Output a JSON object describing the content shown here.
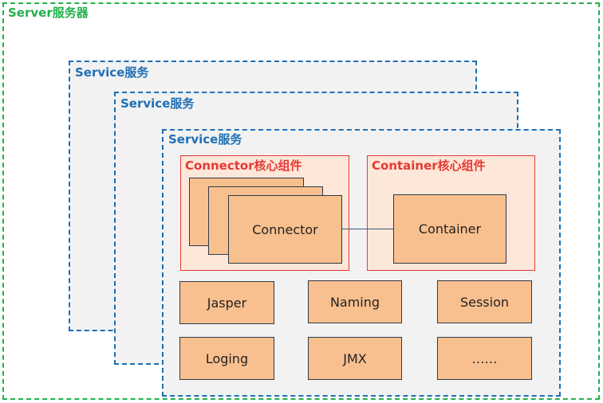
{
  "server": {
    "title": "Server服务器"
  },
  "services": [
    {
      "title": "Service服务"
    },
    {
      "title": "Service服务"
    },
    {
      "title": "Service服务"
    }
  ],
  "connector_group": {
    "title": "Connector核心组件",
    "box_label": "Connector"
  },
  "container_group": {
    "title": "Container核心组件",
    "box_label": "Container"
  },
  "components": [
    {
      "label": "Jasper"
    },
    {
      "label": "Naming"
    },
    {
      "label": "Session"
    },
    {
      "label": "Loging"
    },
    {
      "label": "JMX"
    },
    {
      "label": "……"
    }
  ],
  "colors": {
    "server_border": "#22b14c",
    "service_border": "#1f6fb5",
    "group_border": "#e53935",
    "group_fill": "#fde7d8",
    "component_fill": "#f9c08f"
  }
}
